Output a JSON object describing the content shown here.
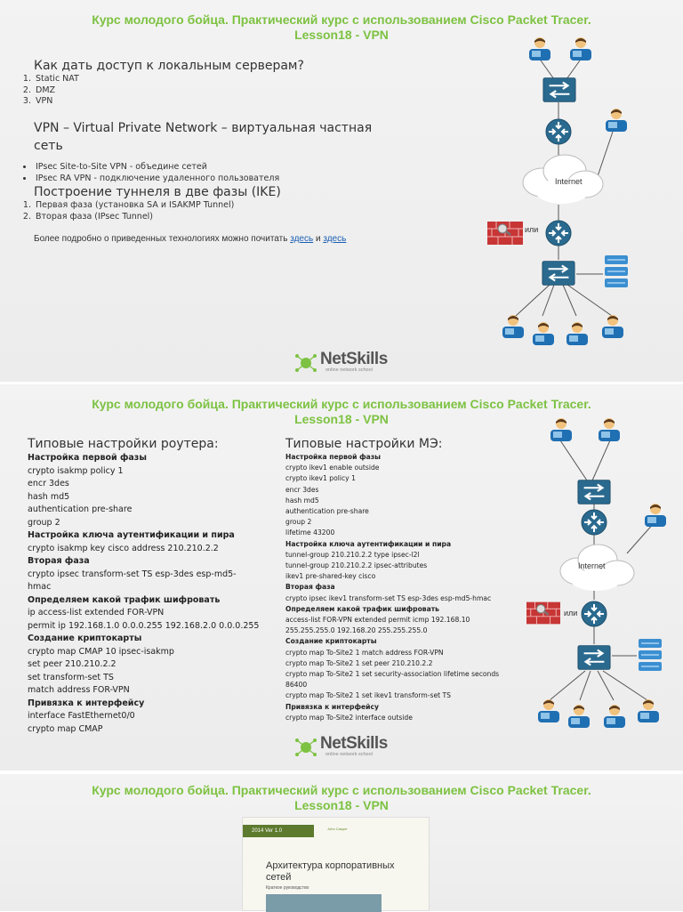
{
  "slide_title": {
    "line1": "Курс молодого бойца. Практический курс с использованием Cisco Packet Tracer.",
    "line2": "Lesson18 - VPN"
  },
  "slide1": {
    "heading1": "Как дать доступ к локальным серверам?",
    "list1": [
      "Static NAT",
      "DMZ",
      "VPN"
    ],
    "heading2_line1": "VPN – Virtual Private Network – виртуальная частная",
    "heading2_line2": "сеть",
    "list2": [
      "IPsec Site-to-Site VPN - объедине сетей",
      "IPsec RA VPN - подключение удаленного пользователя"
    ],
    "heading3": "Построение туннеля в две фазы (IKE)",
    "list3": [
      "Первая фаза (установка SA и ISAKMP Tunnel)",
      "Вторая фаза (IPsec Tunnel)"
    ],
    "note_text": "Более подробно о приведенных технологиях можно почитать",
    "link1": "здесь",
    "link_sep": "и",
    "link2": "здесь",
    "diagram_internet": "Internet",
    "diagram_or": "или"
  },
  "slide2": {
    "router_heading": "Типовые настройки роутера:",
    "router_lines": [
      {
        "t": "Настройка первой фазы",
        "b": true
      },
      {
        "t": "crypto isakmp policy 1",
        "b": false
      },
      {
        "t": "encr 3des",
        "b": false
      },
      {
        "t": "hash md5",
        "b": false
      },
      {
        "t": "authentication pre-share",
        "b": false
      },
      {
        "t": "group 2",
        "b": false
      },
      {
        "t": "Настройка ключа аутентификации и пира",
        "b": true
      },
      {
        "t": "crypto isakmp key cisco address 210.210.2.2",
        "b": false
      },
      {
        "t": "Вторая фаза",
        "b": true
      },
      {
        "t": "crypto ipsec transform-set TS esp-3des esp-md5-",
        "b": false
      },
      {
        "t": "hmac",
        "b": false
      },
      {
        "t": "Определяем какой трафик шифровать",
        "b": true
      },
      {
        "t": "ip access-list extended FOR-VPN",
        "b": false
      },
      {
        "t": "permit ip 192.168.1.0 0.0.0.255 192.168.2.0 0.0.0.255",
        "b": false
      },
      {
        "t": "Создание криптокарты",
        "b": true
      },
      {
        "t": "crypto map CMAP 10 ipsec-isakmp",
        "b": false
      },
      {
        "t": "set peer 210.210.2.2",
        "b": false
      },
      {
        "t": "set transform-set TS",
        "b": false
      },
      {
        "t": "match address FOR-VPN",
        "b": false
      },
      {
        "t": "Привязка к интерфейсу",
        "b": true
      },
      {
        "t": "interface FastEthernet0/0",
        "b": false
      },
      {
        "t": "crypto map CMAP",
        "b": false
      }
    ],
    "asa_heading": "Типовые настройки МЭ:",
    "asa_lines": [
      {
        "t": "Настройка первой фазы",
        "b": true
      },
      {
        "t": "crypto ikev1 enable outside",
        "b": false
      },
      {
        "t": "crypto ikev1 policy 1",
        "b": false
      },
      {
        "t": "encr 3des",
        "b": false
      },
      {
        "t": "hash md5",
        "b": false
      },
      {
        "t": "authentication pre-share",
        "b": false
      },
      {
        "t": "group 2",
        "b": false
      },
      {
        "t": "lifetime 43200",
        "b": false
      },
      {
        "t": "Настройка ключа аутентификации и пира",
        "b": true
      },
      {
        "t": "tunnel-group 210.210.2.2 type ipsec-l2l",
        "b": false
      },
      {
        "t": "tunnel-group 210.210.2.2 ipsec-attributes",
        "b": false
      },
      {
        "t": "ikev1 pre-shared-key cisco",
        "b": false
      },
      {
        "t": "Вторая фаза",
        "b": true
      },
      {
        "t": "crypto ipsec ikev1 transform-set TS esp-3des esp-md5-hmac",
        "b": false
      },
      {
        "t": "Определяем какой трафик шифровать",
        "b": true
      },
      {
        "t": "access-list FOR-VPN extended permit icmp 192.168.10",
        "b": false
      },
      {
        "t": "255.255.255.0 192.168.20 255.255.255.0",
        "b": false
      },
      {
        "t": "Создание криптокарты",
        "b": true
      },
      {
        "t": "crypto map To-Site2 1 match address FOR-VPN",
        "b": false
      },
      {
        "t": "crypto map To-Site2 1 set peer 210.210.2.2",
        "b": false
      },
      {
        "t": "crypto map To-Site2 1 set security-association lifetime seconds",
        "b": false
      },
      {
        "t": "86400",
        "b": false
      },
      {
        "t": "crypto map To-Site2 1 set ikev1 transform-set TS",
        "b": false
      },
      {
        "t": "Привязка к интерфейсу",
        "b": true
      },
      {
        "t": "crypto map To-Site2 interface outside",
        "b": false
      }
    ],
    "diagram_internet": "Internet",
    "diagram_or": "или"
  },
  "logo": {
    "name": "NetSkills",
    "sub": "online network school"
  },
  "book": {
    "band": "2014 Ver 1.0",
    "author": "John Casper",
    "title_line1": "Архитектура корпоративных",
    "title_line2": "сетей",
    "subtitle": "Краткое руководство"
  },
  "colors": {
    "title_green": "#7dc242",
    "device_blue": "#2b6a8f",
    "user_blue": "#1f6fb3",
    "firewall_red": "#c73535",
    "link_blue": "#1a5fb4"
  }
}
